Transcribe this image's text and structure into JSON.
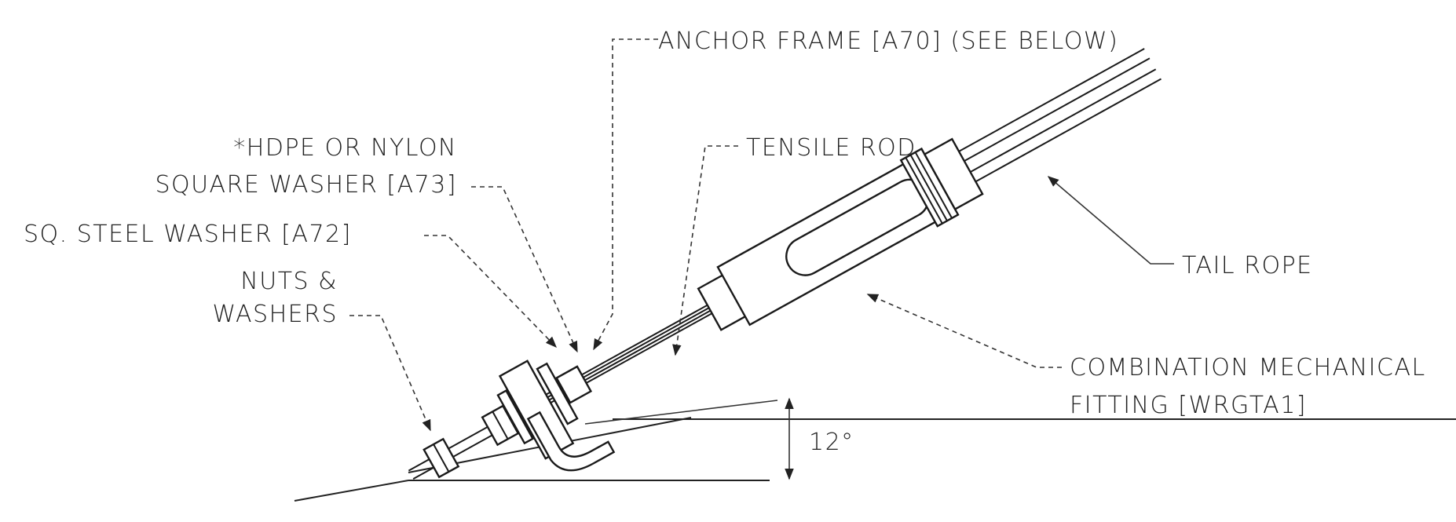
{
  "labels": {
    "anchor_frame": "ANCHOR FRAME [A70] (SEE BELOW)",
    "hdpe_line1": "*HDPE OR NYLON",
    "hdpe_line2": "SQUARE WASHER [A73]",
    "steel_washer": "SQ. STEEL WASHER [A72]",
    "tensile_rod": "TENSILE ROD",
    "nuts_line1": "NUTS &",
    "nuts_line2": "WASHERS",
    "tail_rope": "TAIL ROPE",
    "fitting_line1": "COMBINATION MECHANICAL",
    "fitting_line2": "FITTING [WRGTA1]",
    "angle": "12°"
  }
}
